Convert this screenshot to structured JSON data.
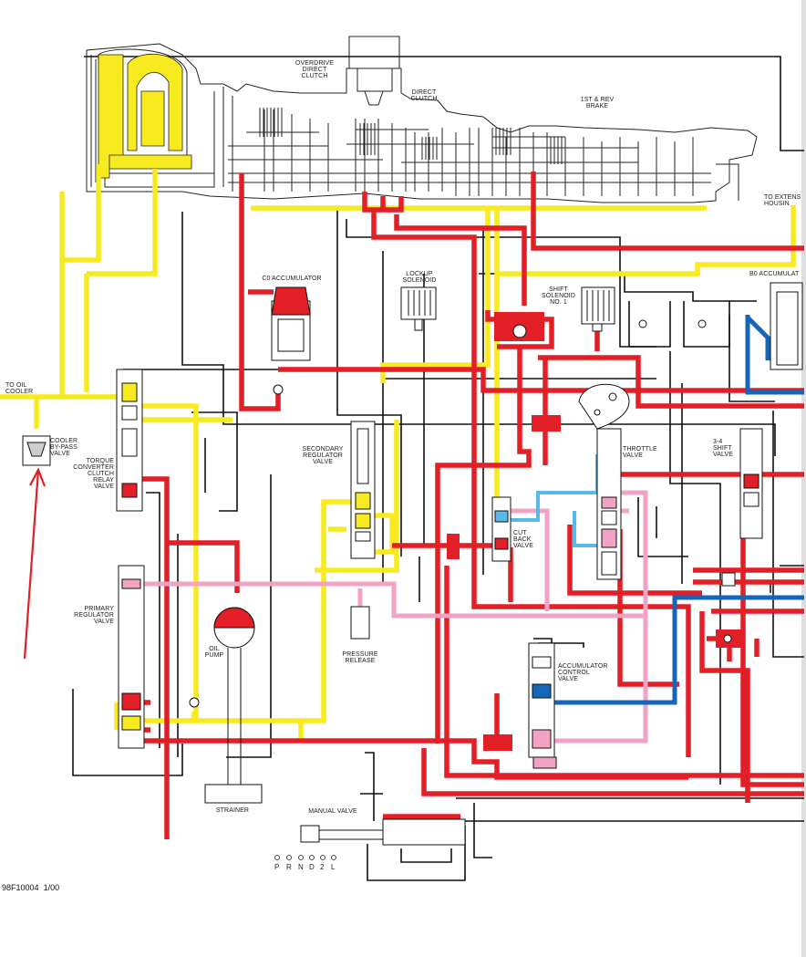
{
  "diagram": {
    "title": "Hydraulic circuit diagram",
    "figure_code": "98F10004",
    "figure_date": "1/00",
    "colors": {
      "red": "#e21e26",
      "yellow": "#f7ea1e",
      "pink": "#f2a2c4",
      "blue": "#1466b8",
      "light_blue": "#58b8e8",
      "line": "#111111"
    }
  },
  "labels": {
    "overdrive_direct_clutch": "OVERDRIVE\nDIRECT\nCLUTCH",
    "direct_clutch": "DIRECT\nCLUTCH",
    "first_rev_brake": "1ST & REV\nBRAKE",
    "to_extension_housing": "TO EXTENS\nHOUSIN",
    "c0_accumulator": "C0 ACCUMULATOR",
    "lockup_solenoid": "LOCKUP\nSOLENOID",
    "shift_solenoid": "SHIFT\nSOLENOID\nNO. 1",
    "b0_accumulator": "B0 ACCUMULAT",
    "to_oil_cooler": "TO OIL\nCOOLER",
    "cooler_bypass_valve": "COOLER\nBY-PASS\nVALVE",
    "torque_converter_clutch_relay_valve": "TORQUE\nCONVERTER\nCLUTCH\nRELAY\nVALVE",
    "secondary_regulator_valve": "SECONDARY\nREGULATOR\nVALVE",
    "throttle_valve": "THROTTLE\nVALVE",
    "shift_valve_34": "3-4\nSHIFT\nVALVE",
    "cut_back_valve": "CUT\nBACK\nVALVE",
    "primary_regulator_valve": "PRIMARY\nREGULATOR\nVALVE",
    "oil_pump": "OIL\nPUMP",
    "pressure_release": "PRESSURE\nRELEASE",
    "accumulator_control_valve": "ACCUMULATOR\nCONTROL\nVALVE",
    "strainer": "STRAINER",
    "manual_valve": "MANUAL VALVE"
  },
  "gear_positions": [
    "P",
    "R",
    "N",
    "D",
    "2",
    "L"
  ]
}
